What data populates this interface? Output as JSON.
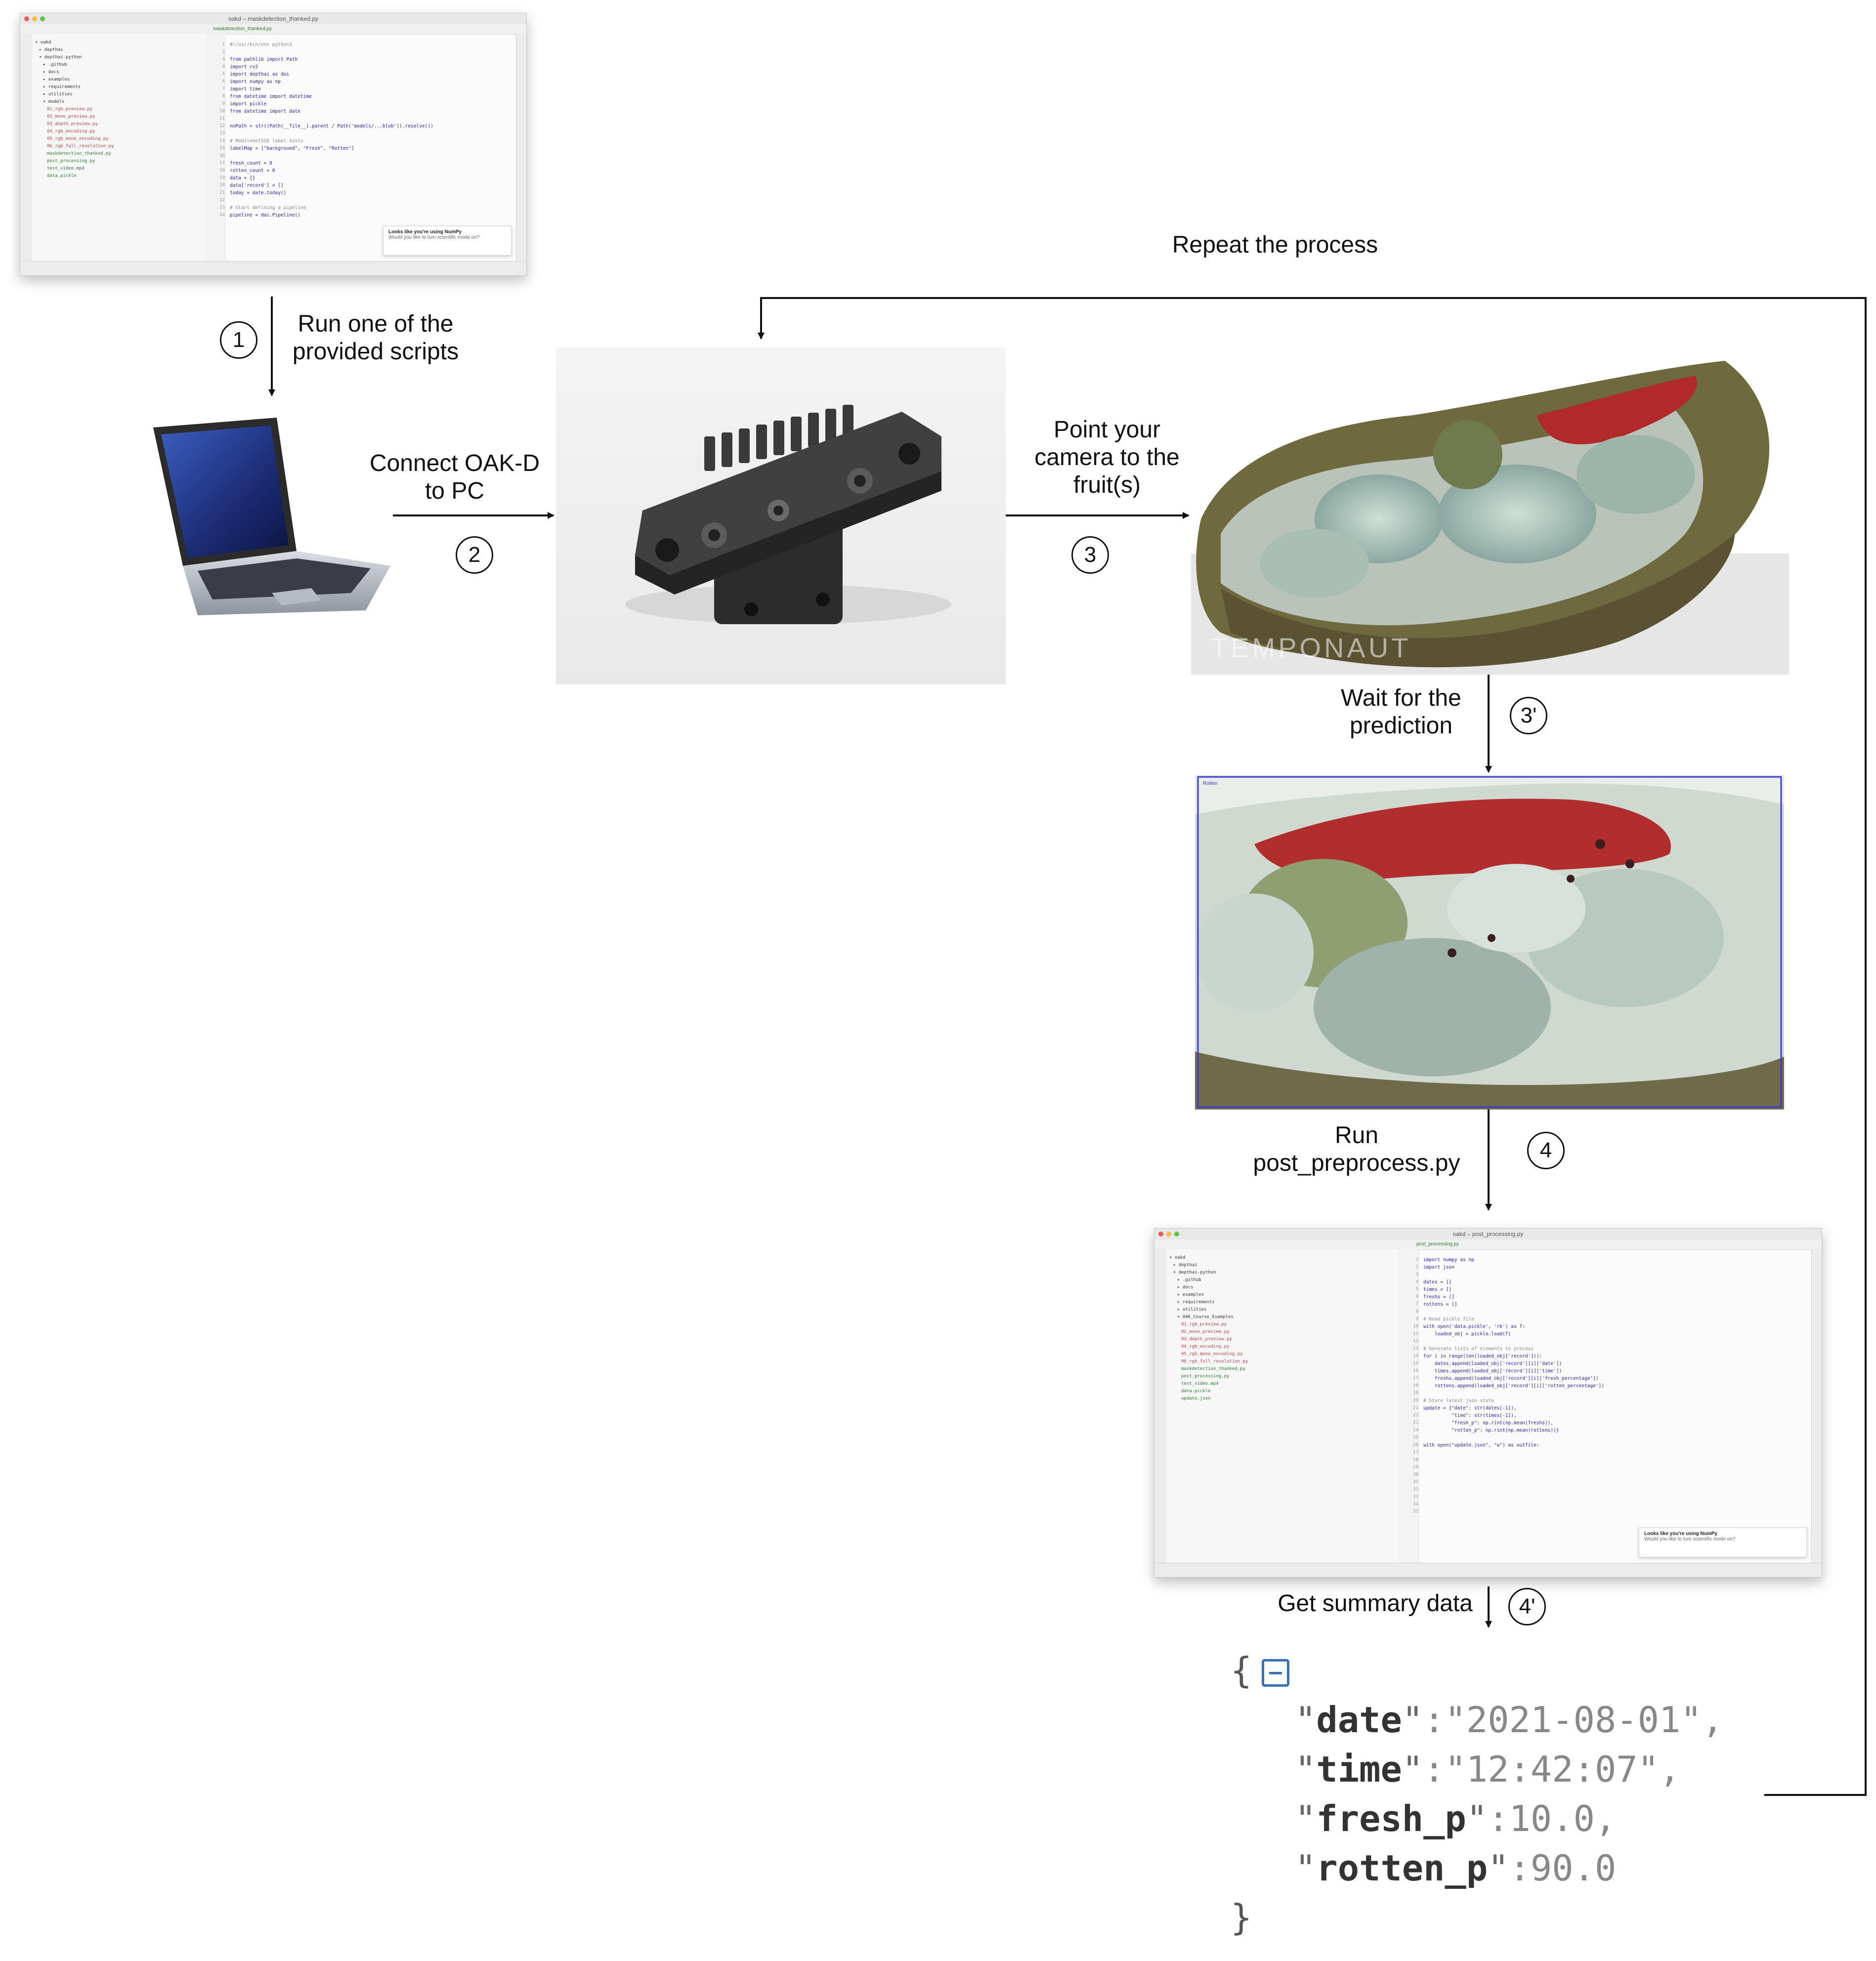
{
  "labels": {
    "repeat": "Repeat  the process",
    "run_scripts_line1": "Run one of the",
    "run_scripts_line2": "provided scripts",
    "connect_line1": "Connect OAK-D",
    "connect_line2": "to PC",
    "point_line1": "Point your",
    "point_line2": "camera to the",
    "point_line3": "fruit(s)",
    "wait_line1": "Wait for the",
    "wait_line2": "prediction",
    "run_post_line1": "Run",
    "run_post_line2": "post_preprocess.py",
    "summary": "Get summary data"
  },
  "steps": {
    "s1": "1",
    "s2": "2",
    "s3": "3",
    "s3p": "3'",
    "s4": "4",
    "s4p": "4'"
  },
  "ide_top": {
    "title": "oakd – maskdetection_thanked.py",
    "tab": "maskdetection_thanked.py",
    "notice_title": "Looks like you're using NumPy",
    "notice_body": "Would you like to turn scientific mode on?"
  },
  "ide_bottom": {
    "title": "oakd – post_processing.py",
    "tab": "post_processing.py",
    "notice_title": "Looks like you're using NumPy",
    "notice_body": "Would you like to turn scientific mode on?"
  },
  "watermark": "TEMPONAUT",
  "prediction_box_label": "Rotten",
  "summary_json": {
    "open_brace": "{",
    "close_brace": "}",
    "date_key": "date",
    "date_val": "2021-08-01",
    "time_key": "time",
    "time_val": "12:42:07",
    "fresh_key": "fresh_p",
    "fresh_val": "10.0",
    "rotten_key": "rotten_p",
    "rotten_val": "90.0"
  },
  "colors": {
    "line": "#111111",
    "json_key": "#333333",
    "json_value": "#888888",
    "collapse_icon": "#3b6fb6",
    "prediction_box": "#3a3ad0"
  }
}
